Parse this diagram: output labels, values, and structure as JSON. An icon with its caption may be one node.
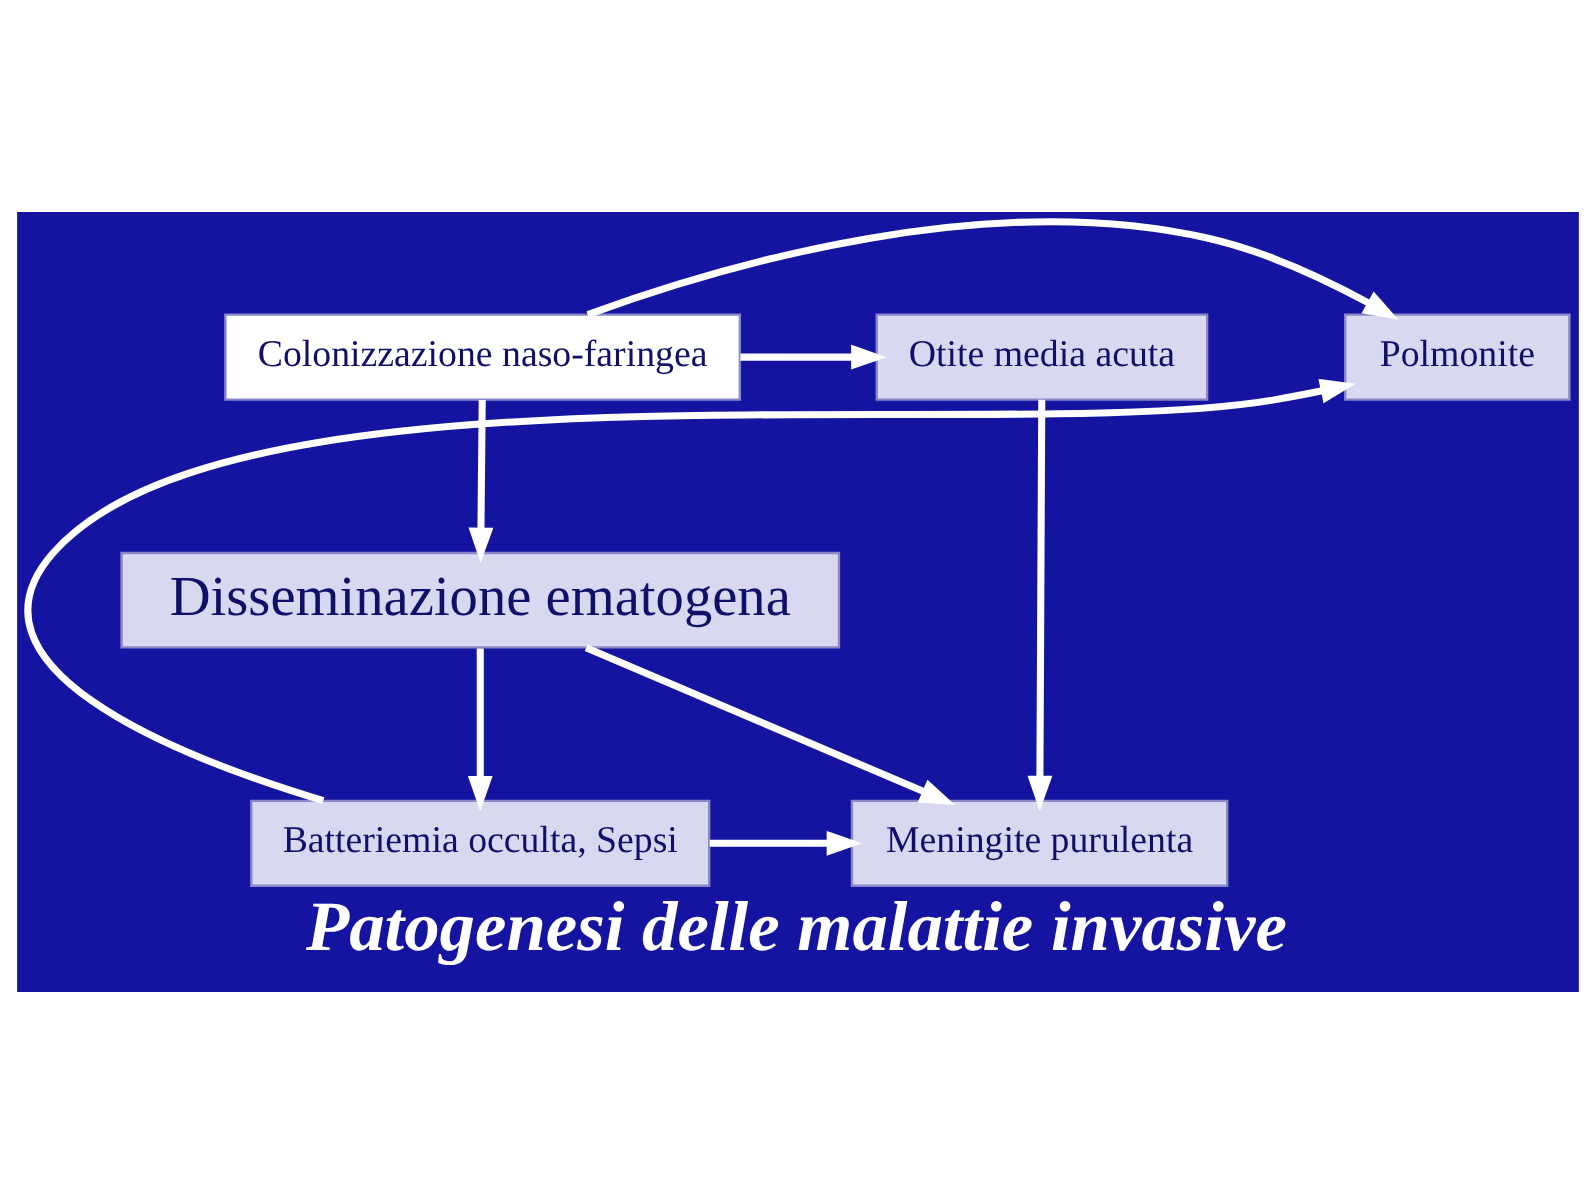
{
  "diagram": {
    "caption": "Patogenesi delle malattie invasive",
    "nodes": [
      {
        "text": [
          "Polmonite"
        ]
      },
      {
        "text": [
          "Colonizzazione naso-faringea"
        ]
      },
      {
        "text": [
          "Otite media acuta"
        ]
      },
      {
        "text": [
          "Disseminazione ematogena"
        ]
      },
      {
        "text": [
          "Batteriemia occulta, Sepsi"
        ]
      },
      {
        "text": [
          "Meningite purulenta"
        ]
      }
    ],
    "edges": [
      {
        "from": 1,
        "to": 0,
        "arrow": "to"
      },
      {
        "from": 1,
        "to": 2,
        "arrow": "to"
      },
      {
        "from": 1,
        "to": 3,
        "arrow": "to"
      },
      {
        "from": 3,
        "to": 4,
        "arrow": "to"
      },
      {
        "from": 3,
        "to": 5,
        "arrow": "to"
      },
      {
        "from": 2,
        "to": 5,
        "arrow": "to"
      },
      {
        "from": 4,
        "to": 0,
        "arrow": "to"
      },
      {
        "from": 4,
        "to": 5,
        "arrow": "to"
      }
    ]
  }
}
